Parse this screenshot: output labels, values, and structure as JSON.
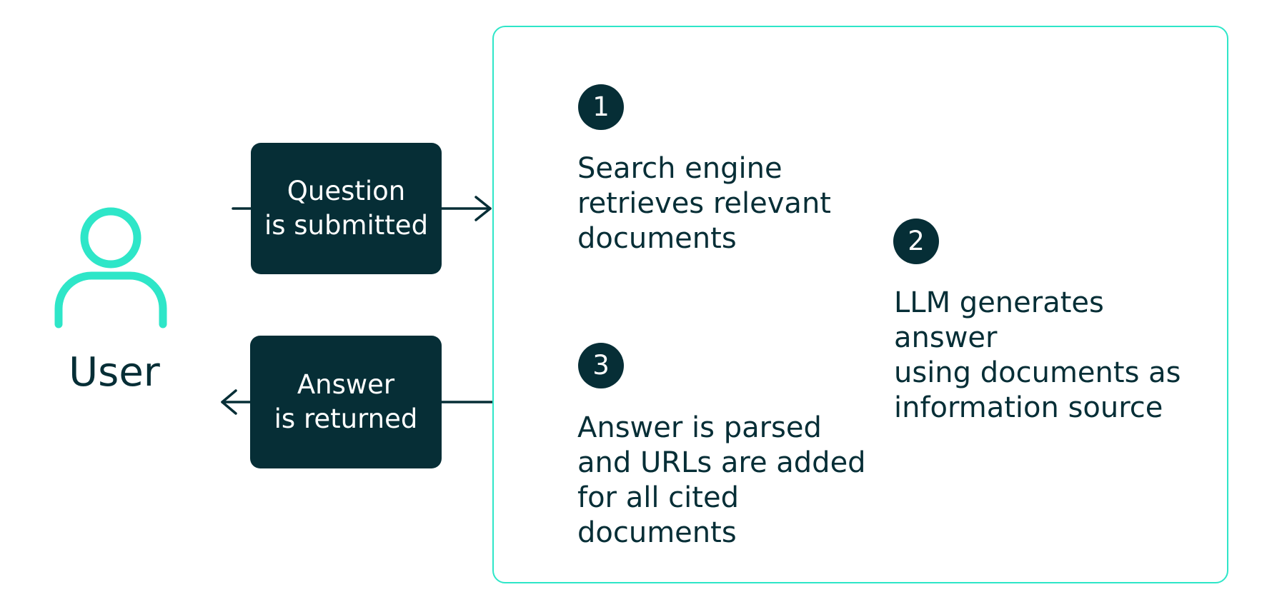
{
  "colors": {
    "dark": "#062e36",
    "accent": "#2ee6c8",
    "box_text": "#ffffff",
    "background": "#ffffff"
  },
  "user": {
    "icon": "user-icon",
    "label": "User"
  },
  "flow": {
    "question_box": "Question\nis submitted",
    "answer_box": "Answer\nis returned"
  },
  "steps": [
    {
      "number": "1",
      "text": "Search engine\nretrieves relevant\ndocuments"
    },
    {
      "number": "2",
      "text": "LLM generates answer\nusing documents as\ninformation source"
    },
    {
      "number": "3",
      "text": "Answer is parsed\nand URLs are added\nfor all cited documents"
    }
  ]
}
